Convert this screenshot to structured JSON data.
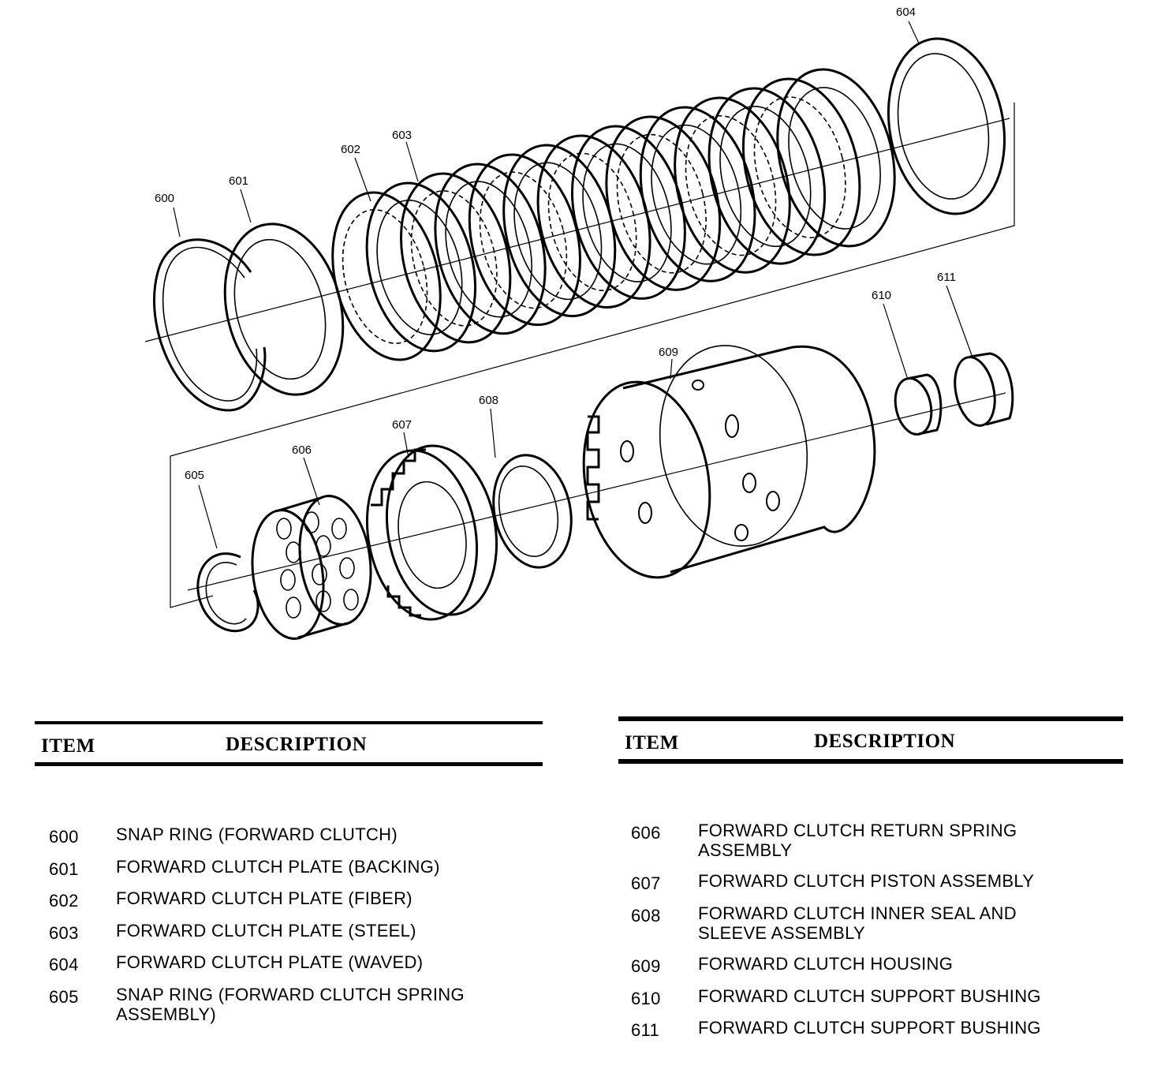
{
  "diagram": {
    "callouts": [
      "600",
      "601",
      "602",
      "603",
      "604",
      "605",
      "606",
      "607",
      "608",
      "609",
      "610",
      "611"
    ]
  },
  "table": {
    "header_item": "ITEM",
    "header_description": "DESCRIPTION",
    "left_rows": [
      {
        "item": "600",
        "description": "SNAP RING (FORWARD CLUTCH)"
      },
      {
        "item": "601",
        "description": "FORWARD CLUTCH PLATE (BACKING)"
      },
      {
        "item": "602",
        "description": "FORWARD CLUTCH PLATE (FIBER)"
      },
      {
        "item": "603",
        "description": "FORWARD CLUTCH PLATE (STEEL)"
      },
      {
        "item": "604",
        "description": "FORWARD CLUTCH PLATE (WAVED)"
      },
      {
        "item": "605",
        "description": "SNAP RING (FORWARD CLUTCH SPRING ASSEMBLY)"
      }
    ],
    "right_rows": [
      {
        "item": "606",
        "description": "FORWARD CLUTCH RETURN SPRING ASSEMBLY"
      },
      {
        "item": "607",
        "description": "FORWARD CLUTCH PISTON ASSEMBLY"
      },
      {
        "item": "608",
        "description": "FORWARD CLUTCH INNER SEAL AND SLEEVE ASSEMBLY"
      },
      {
        "item": "609",
        "description": "FORWARD CLUTCH HOUSING"
      },
      {
        "item": "610",
        "description": "FORWARD CLUTCH SUPPORT BUSHING"
      },
      {
        "item": "611",
        "description": "FORWARD CLUTCH SUPPORT BUSHING"
      }
    ]
  }
}
